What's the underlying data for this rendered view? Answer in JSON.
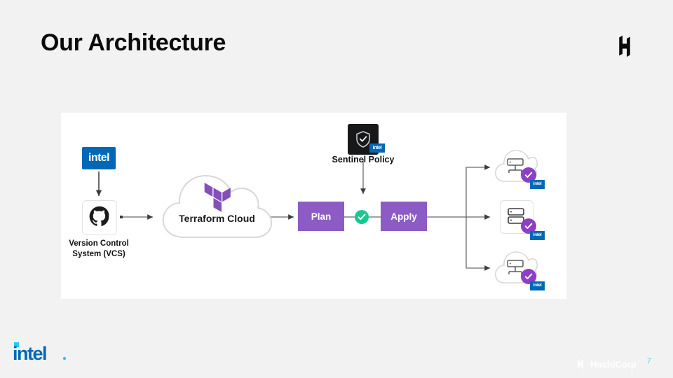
{
  "slide": {
    "title": "Our Architecture",
    "page_number": "7",
    "background_color": "#f2f2f2",
    "panel_color": "#ffffff"
  },
  "brand": {
    "hashicorp_logo_top": "hashicorp-logo",
    "hashicorp_footer_name": "HashiCorp",
    "intel_footer_logo": "intel-logo",
    "intel_wordmark": "intel"
  },
  "colors": {
    "intel_blue": "#0068b5",
    "terraform_purple": "#844fba",
    "stage_purple": "#8c5bc4",
    "check_green": "#17c98e",
    "badge_purple": "#8c3fc4",
    "page_number_blue": "#5fc8f0"
  },
  "diagram": {
    "source": {
      "name": "intel-source",
      "label": "intel",
      "icon": "intel-logo-icon"
    },
    "vcs": {
      "icon": "github-icon",
      "label_line1": "Version Control",
      "label_line2": "System (VCS)",
      "label": "Version Control System (VCS)"
    },
    "terraform": {
      "icon": "terraform-logo-icon",
      "label": "Terraform Cloud",
      "shape": "cloud"
    },
    "stages": [
      {
        "name": "plan",
        "label": "Plan"
      },
      {
        "name": "apply",
        "label": "Apply"
      }
    ],
    "gate": {
      "icon": "check-circle-icon",
      "status": "pass"
    },
    "sentinel": {
      "icon": "shield-check-icon",
      "label": "Sentinel Policy",
      "badge": "intel"
    },
    "targets": [
      {
        "name": "cloud-target-top",
        "icon": "cloud-server-icon",
        "check": "check-icon",
        "badge": "intel"
      },
      {
        "name": "onprem-target-middle",
        "icon": "database-stack-icon",
        "check": "check-icon",
        "badge": "intel"
      },
      {
        "name": "cloud-target-bottom",
        "icon": "cloud-server-icon",
        "check": "check-icon",
        "badge": "intel"
      }
    ]
  }
}
